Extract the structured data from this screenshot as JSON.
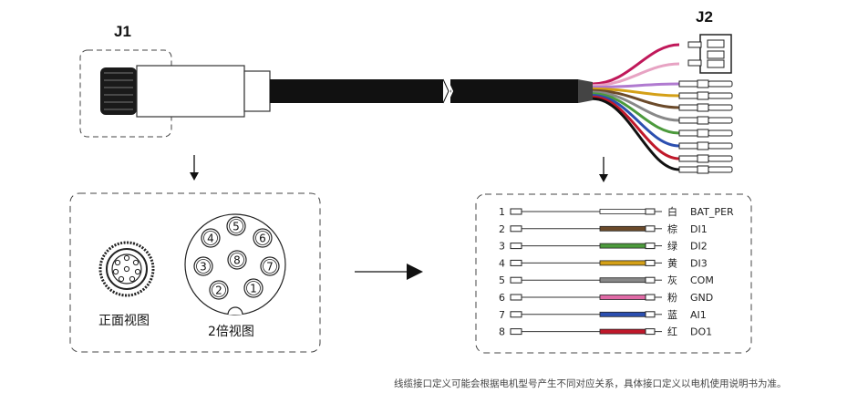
{
  "labels": {
    "j1": "J1",
    "j2": "J2"
  },
  "views": {
    "front": "正面视图",
    "pin_view": "2倍视图"
  },
  "pin_numbers": [
    "1",
    "2",
    "3",
    "4",
    "5",
    "6",
    "7",
    "8"
  ],
  "wires": [
    {
      "num": "1",
      "color_cn": "白",
      "signal": "BAT_PER",
      "hex": "#ffffff"
    },
    {
      "num": "2",
      "color_cn": "棕",
      "signal": "DI1",
      "hex": "#6b4a2a"
    },
    {
      "num": "3",
      "color_cn": "绿",
      "signal": "DI2",
      "hex": "#4c9a3c"
    },
    {
      "num": "4",
      "color_cn": "黄",
      "signal": "DI3",
      "hex": "#d4a017"
    },
    {
      "num": "5",
      "color_cn": "灰",
      "signal": "COM",
      "hex": "#888888"
    },
    {
      "num": "6",
      "color_cn": "粉",
      "signal": "GND",
      "hex": "#e06aa6"
    },
    {
      "num": "7",
      "color_cn": "蓝",
      "signal": "AI1",
      "hex": "#2b4fb0"
    },
    {
      "num": "8",
      "color_cn": "红",
      "signal": "DO1",
      "hex": "#c0182a"
    }
  ],
  "cable_wire_colors": [
    "#c0185a",
    "#e7a3c3",
    "#b07ad0",
    "#d4a017",
    "#6b4a2a",
    "#888888",
    "#4c9a3c",
    "#2b4fb0",
    "#c0182a",
    "#111111"
  ],
  "note": "线缆接口定义可能会根据电机型号产生不同对应关系，具体接口定义以电机使用说明书为准。"
}
